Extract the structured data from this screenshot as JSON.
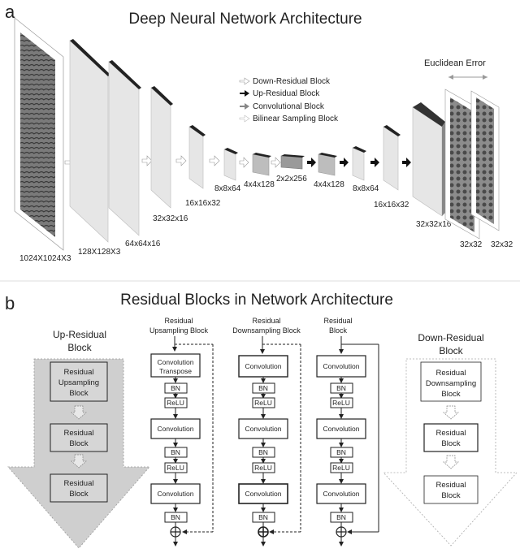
{
  "panel_a": {
    "letter": "a",
    "title": "Deep Neural Network Architecture",
    "layers": [
      "1024X1024X3",
      "128X128X3",
      "64x64x16",
      "32x32x16",
      "16x16x32",
      "8x8x64",
      "4x4x128",
      "2x2x256",
      "4x4x128",
      "8x8x64",
      "16x16x32",
      "32x32x16",
      "32x32",
      "32x32"
    ],
    "legend": [
      "Down-Residual Block",
      "Up-Residual Block",
      "Convolutional Block",
      "Bilinear Sampling Block"
    ],
    "error_label": "Euclidean Error"
  },
  "panel_b": {
    "letter": "b",
    "title": "Residual Blocks in Network Architecture",
    "up_block": {
      "title_line1": "Up-Residual",
      "title_line2": "Block",
      "item1_l1": "Residual",
      "item1_l2": "Upsampling",
      "item1_l3": "Block",
      "item2_l1": "Residual",
      "item2_l2": "Block",
      "item3_l1": "Residual",
      "item3_l2": "Block"
    },
    "down_block": {
      "title_line1": "Down-Residual",
      "title_line2": "Block",
      "item1_l1": "Residual",
      "item1_l2": "Downsampling",
      "item1_l3": "Block",
      "item2_l1": "Residual",
      "item2_l2": "Block",
      "item3_l1": "Residual",
      "item3_l2": "Block"
    },
    "col1": {
      "head1": "Residual",
      "head2": "Upsampling Block",
      "conv1_l1": "Convolution",
      "conv1_l2": "Transpose"
    },
    "col2": {
      "head1": "Residual",
      "head2": "Downsampling Block"
    },
    "col3": {
      "head1": "Residual",
      "head2": "Block"
    },
    "ops": {
      "conv": "Convolution",
      "bn": "BN",
      "relu": "ReLU"
    }
  }
}
